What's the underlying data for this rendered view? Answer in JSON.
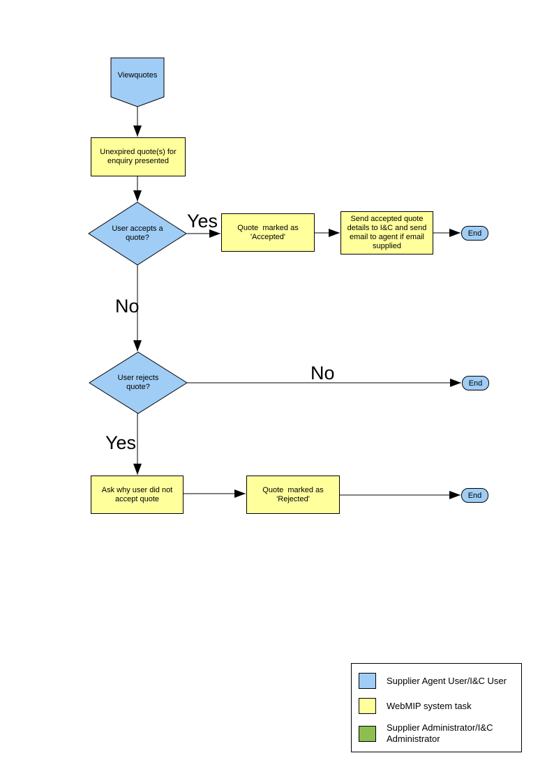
{
  "colors": {
    "user_blue": "#9FCDF5",
    "task_yellow": "#FFFF9C",
    "admin_green": "#8CBE50",
    "outline": "#000000"
  },
  "flowchart": {
    "start": "Viewquotes",
    "present": "Unexpired quote(s) for enquiry presented",
    "accept_question": "User accepts a quote?",
    "mark_accepted": "Quote  marked as 'Accepted'",
    "send_details": "Send accepted quote details to I&C and send email to agent if email supplied",
    "reject_question": "User rejects quote?",
    "ask_why": "Ask why user did not accept quote",
    "mark_rejected": "Quote  marked as 'Rejected'",
    "end": "End",
    "edge_labels": {
      "accept_yes": "Yes",
      "accept_no": "No",
      "reject_no": "No",
      "reject_yes": "Yes"
    }
  },
  "legend": {
    "items": [
      {
        "label": "Supplier Agent User/I&C User",
        "color": "#9FCDF5"
      },
      {
        "label": "WebMIP system task",
        "color": "#FFFF9C"
      },
      {
        "label": "Supplier Administrator/I&C Administrator",
        "color": "#8CBE50"
      }
    ]
  }
}
